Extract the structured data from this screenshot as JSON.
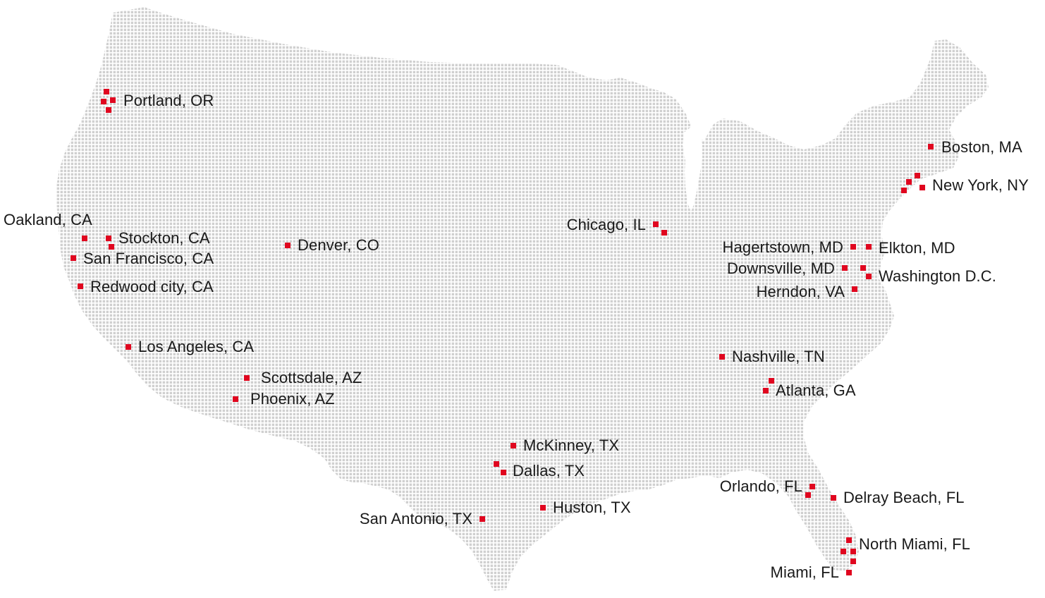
{
  "map": {
    "land_color": "#d0d0d0",
    "marker_color": "#e0061f",
    "label_color": "#1a1a1a"
  },
  "cities": [
    {
      "id": "portland",
      "label": "Portland, OR"
    },
    {
      "id": "boston",
      "label": "Boston, MA"
    },
    {
      "id": "new-york",
      "label": "New York, NY"
    },
    {
      "id": "oakland",
      "label": "Oakland, CA"
    },
    {
      "id": "stockton",
      "label": "Stockton, CA"
    },
    {
      "id": "san-francisco",
      "label": "San Francisco, CA"
    },
    {
      "id": "redwood-city",
      "label": "Redwood city, CA"
    },
    {
      "id": "denver",
      "label": "Denver, CO"
    },
    {
      "id": "chicago",
      "label": "Chicago, IL"
    },
    {
      "id": "hagerstown",
      "label": "Hagertstown, MD"
    },
    {
      "id": "elkton",
      "label": "Elkton, MD"
    },
    {
      "id": "downsville",
      "label": "Downsville, MD"
    },
    {
      "id": "washington",
      "label": "Washington D.C."
    },
    {
      "id": "herndon",
      "label": "Herndon, VA"
    },
    {
      "id": "los-angeles",
      "label": "Los Angeles, CA"
    },
    {
      "id": "nashville",
      "label": "Nashville, TN"
    },
    {
      "id": "scottsdale",
      "label": "Scottsdale, AZ"
    },
    {
      "id": "atlanta",
      "label": "Atlanta, GA"
    },
    {
      "id": "phoenix",
      "label": "Phoenix, AZ"
    },
    {
      "id": "mckinney",
      "label": "McKinney, TX"
    },
    {
      "id": "dallas",
      "label": "Dallas, TX"
    },
    {
      "id": "orlando",
      "label": "Orlando, FL"
    },
    {
      "id": "delray-beach",
      "label": "Delray Beach, FL"
    },
    {
      "id": "huston",
      "label": "Huston, TX"
    },
    {
      "id": "san-antonio",
      "label": "San Antonio, TX"
    },
    {
      "id": "north-miami",
      "label": "North Miami, FL"
    },
    {
      "id": "miami",
      "label": "Miami, FL"
    }
  ]
}
